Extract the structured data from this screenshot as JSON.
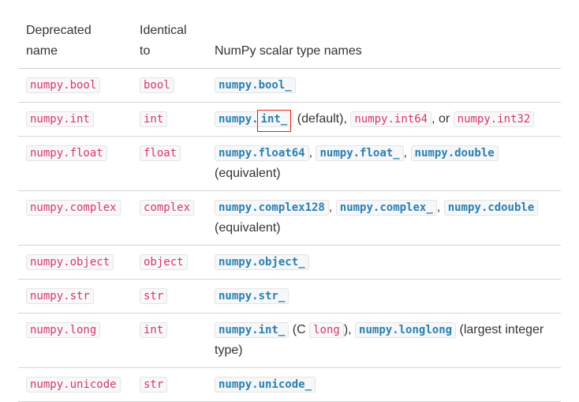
{
  "headers": {
    "col1_line1": "Deprecated",
    "col1_line2": "name",
    "col2_line1": "Identical",
    "col2_line2": "to",
    "col3": "NumPy scalar type names"
  },
  "rows": [
    {
      "deprecated": "numpy.bool",
      "identical": "bool",
      "names": [
        "numpy.bool_"
      ]
    },
    {
      "deprecated": "numpy.int",
      "identical": "int",
      "names_prefix": "numpy.",
      "names_highlight": "int_",
      "note_default": "(default),",
      "alt1": "numpy.int64",
      "or_text": ", or",
      "alt2": "numpy.int32"
    },
    {
      "deprecated": "numpy.float",
      "identical": "float",
      "names": [
        "numpy.float64",
        "numpy.float_",
        "numpy.double"
      ],
      "note": "(equivalent)"
    },
    {
      "deprecated": "numpy.complex",
      "identical": "complex",
      "names": [
        "numpy.complex128",
        "numpy.complex_",
        "numpy.cdouble"
      ],
      "note": "(equivalent)"
    },
    {
      "deprecated": "numpy.object",
      "identical": "object",
      "names": [
        "numpy.object_"
      ]
    },
    {
      "deprecated": "numpy.str",
      "identical": "str",
      "names": [
        "numpy.str_"
      ]
    },
    {
      "deprecated": "numpy.long",
      "identical": "int",
      "name1": "numpy.int_",
      "c_open": "(C",
      "c_type": "long",
      "c_close": "),",
      "name2": "numpy.longlong",
      "note": "(largest integer type)"
    },
    {
      "deprecated": "numpy.unicode",
      "identical": "str",
      "names": [
        "numpy.unicode_"
      ]
    }
  ],
  "sep": ","
}
